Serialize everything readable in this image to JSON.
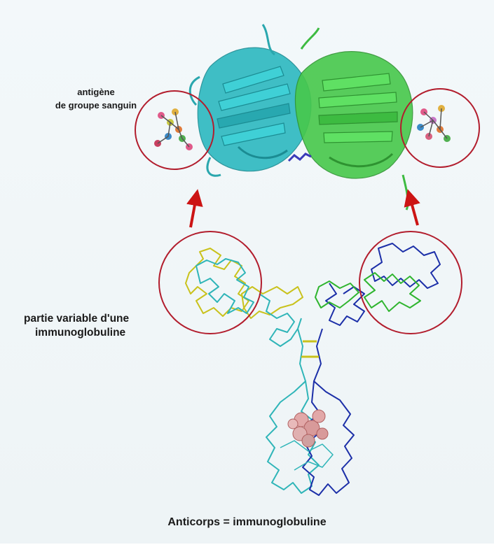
{
  "labels": {
    "antigen_line1": "antigène",
    "antigen_line2": "de groupe sanguin",
    "variable_line1": "partie variable d'une",
    "variable_line2": "immunoglobuline",
    "caption": "Anticorps = immunoglobuline"
  },
  "colors": {
    "heavy_chain_1": "#1c2fa8",
    "light_chain_1": "#c9c21c",
    "heavy_chain_2": "#2fb5b8",
    "light_chain_2": "#2fb52f",
    "fab_cyan": "#2cb8c0",
    "fab_green": "#47c84b",
    "circle": "#b21d2d",
    "arrow": "#cc1414",
    "background": "#f1f7f9"
  }
}
